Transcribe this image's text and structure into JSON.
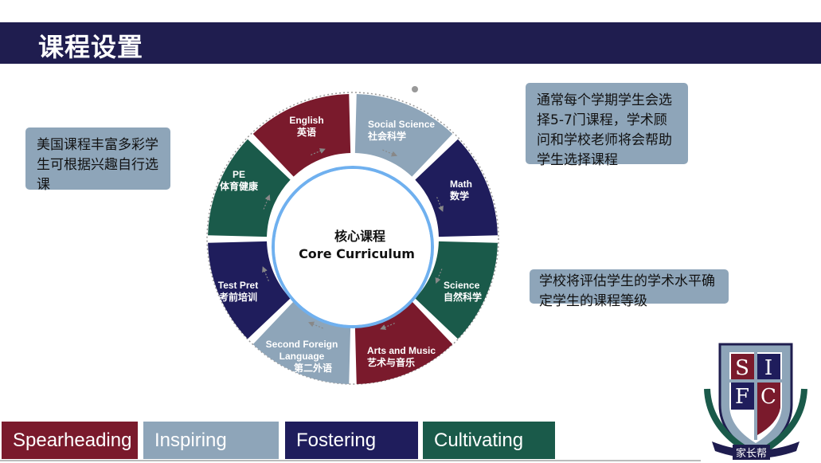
{
  "header": {
    "title": "课程设置"
  },
  "notes": {
    "left": "美国课程丰富多彩学生可根据兴趣自行选课",
    "top_right": "通常每个学期学生会选择5-7门课程，学术顾问和学校老师将会帮助学生选择课程",
    "bottom_right": "学校将评估学生的学术水平确定学生的课程等级"
  },
  "center": {
    "zh": "核心课程",
    "en": "Core Curriculum"
  },
  "segments": [
    {
      "en": "English",
      "zh": "英语",
      "color": "#7a1a2c"
    },
    {
      "en": "Social Science",
      "zh": "社会科学",
      "color": "#8ea5b9"
    },
    {
      "en": "Math",
      "zh": "数学",
      "color": "#1f1d5c"
    },
    {
      "en": "Science",
      "zh": "自然科学",
      "color": "#1a5a4a"
    },
    {
      "en": "Arts and Music",
      "zh": "艺术与音乐",
      "color": "#7a1a2c"
    },
    {
      "en": "Second Foreign Language",
      "zh": "第二外语",
      "color": "#8ea5b9"
    },
    {
      "en": "Test Pret",
      "zh": "考前培训",
      "color": "#1f1d5c"
    },
    {
      "en": "PE",
      "zh": "体育健康",
      "color": "#1a5a4a"
    }
  ],
  "bands": [
    {
      "label": "Spearheading",
      "color": "#7a1a2c"
    },
    {
      "label": "Inspiring",
      "color": "#8ea5b9"
    },
    {
      "label": "Fostering",
      "color": "#1f1d5c"
    },
    {
      "label": "Cultivating",
      "color": "#1a5a4a"
    }
  ],
  "crest": {
    "letters": [
      "S",
      "I",
      "F",
      "C"
    ]
  },
  "brand_mark": "家长帮"
}
